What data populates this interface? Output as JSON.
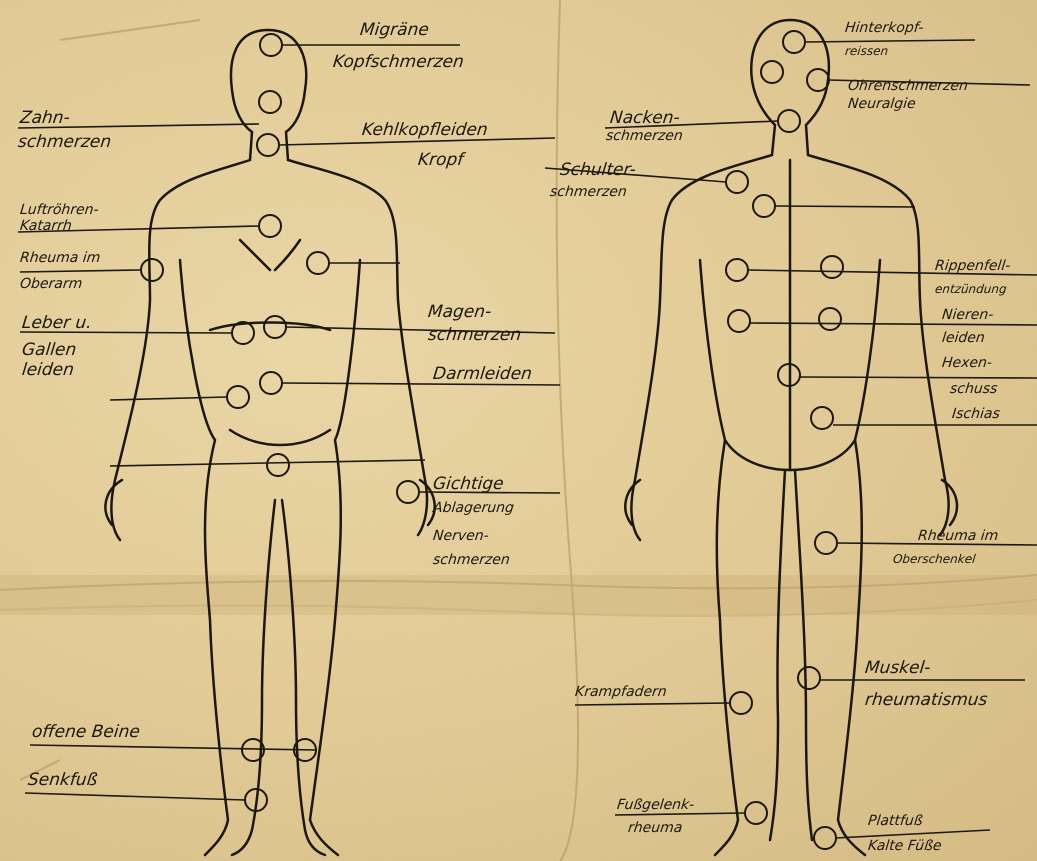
{
  "front": {
    "migraene": "Migräne",
    "kopfschmerzen": "Kopfschmerzen",
    "zahn_1": "Zahn-",
    "zahn_2": "schmerzen",
    "kehlkopf": "Kehlkopfleiden",
    "kropf": "Kropf",
    "luftroehren_1": "Luftröhren-",
    "luftroehren_2": "Katarrh",
    "rheuma_1": "Rheuma im",
    "rheuma_2": "Oberarm",
    "leber_1": "Leber u.",
    "leber_2": "Gallen",
    "leber_3": "leiden",
    "magen_1": "Magen-",
    "magen_2": "schmerzen",
    "darm": "Darmleiden",
    "gicht_1": "Gichtige",
    "gicht_2": "Ablagerung",
    "nerven_1": "Nerven-",
    "nerven_2": "schmerzen",
    "offene_beine": "offene Beine",
    "senkfuss": "Senkfuß"
  },
  "back": {
    "hinterkopf_1": "Hinterkopf-",
    "hinterkopf_2": "reissen",
    "ohren": "Ohrenschmerzen",
    "neuralgie": "Neuralgie",
    "nacken_1": "Nacken-",
    "nacken_2": "schmerzen",
    "schulter_1": "Schulter-",
    "schulter_2": "schmerzen",
    "rippen_1": "Rippenfell-",
    "rippen_2": "entzündung",
    "nieren_1": "Nieren-",
    "nieren_2": "leiden",
    "hexen_1": "Hexen-",
    "hexen_2": "schuss",
    "ischias": "Ischias",
    "rheuma_1": "Rheuma im",
    "rheuma_2": "Oberschenkel",
    "krampfadern": "Krampfadern",
    "muskel_1": "Muskel-",
    "muskel_2": "rheumatismus",
    "fussgelenk_1": "Fußgelenk-",
    "fussgelenk_2": "rheuma",
    "plattfuss": "Plattfuß",
    "kalte_fuesse": "Kalte Füße"
  },
  "colors": {
    "ink": "#1c1810",
    "paper": "#e7d3a0"
  }
}
